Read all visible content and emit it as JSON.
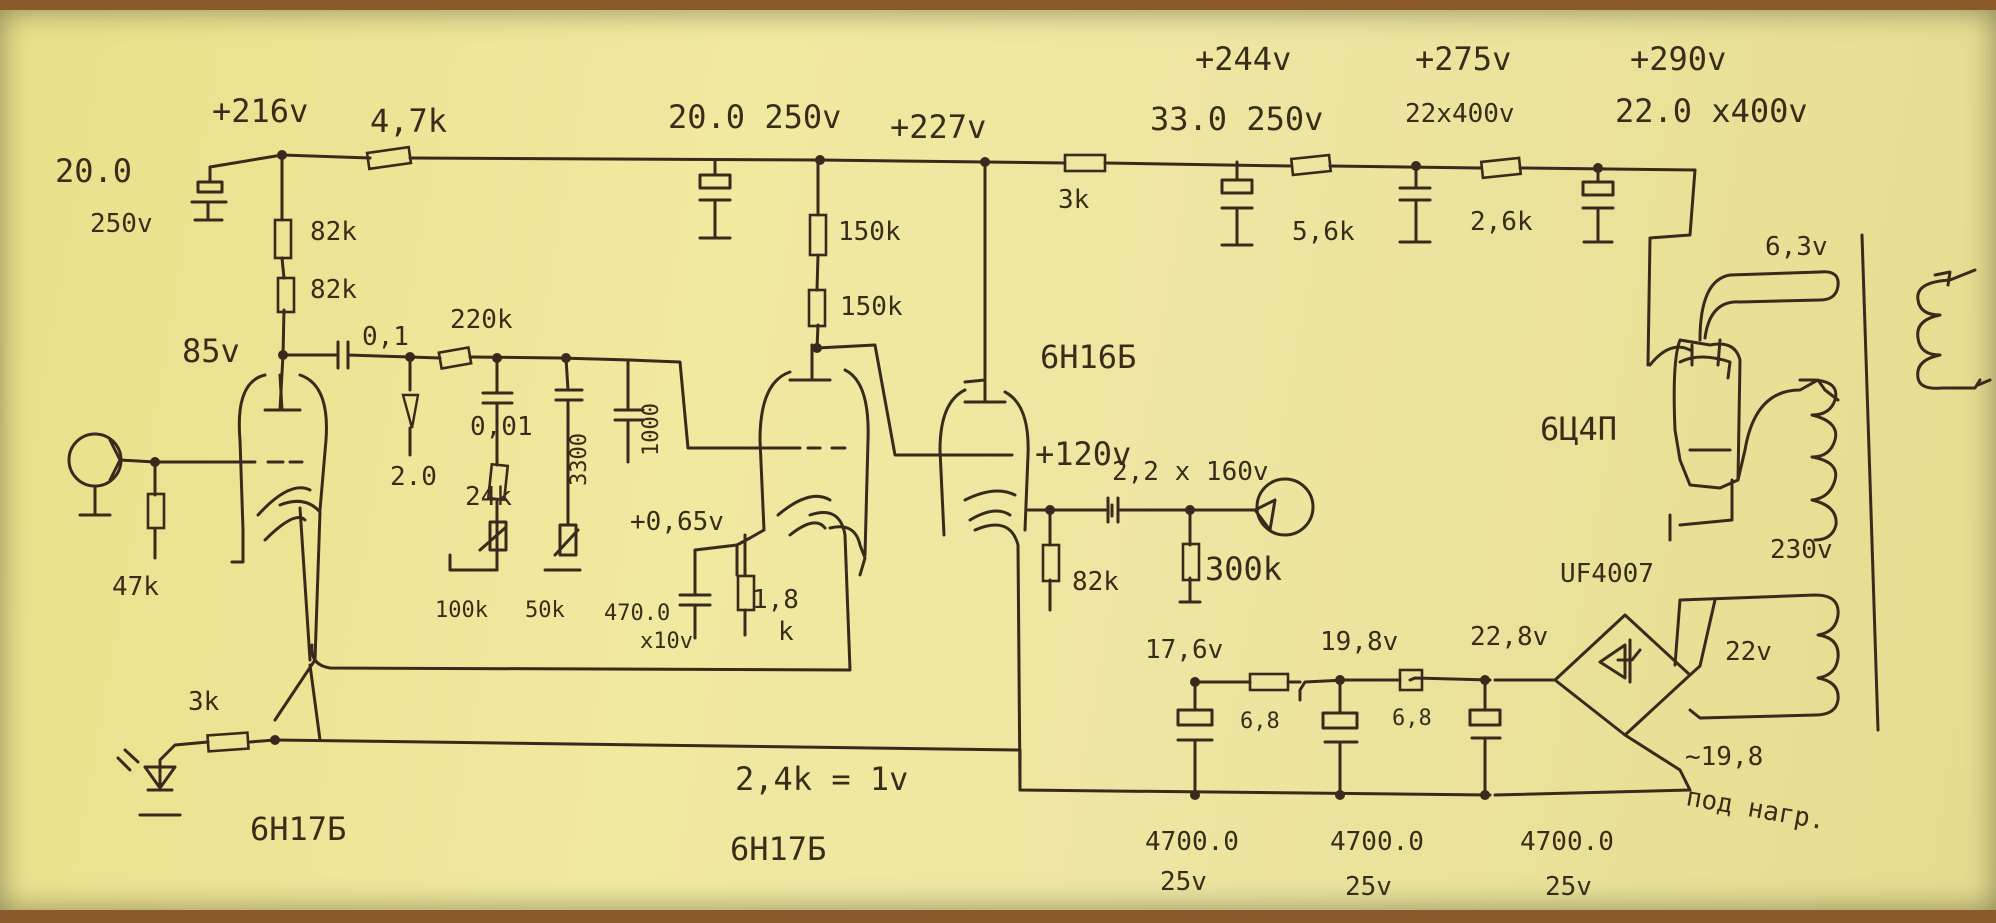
{
  "voltages": {
    "v216": "+216v",
    "v227": "+227v",
    "v244": "+244v",
    "v275": "+275v",
    "v290": "+290v",
    "v85": "85v",
    "v120": "+120v",
    "v065": "+0,65v",
    "v176": "17,6v",
    "v198": "19,8v",
    "v228": "22,8v",
    "v22ac": "22v",
    "v198load": "~19,8",
    "load_note": "под нагр.",
    "v63": "6,3v",
    "v230": "230v"
  },
  "caps": {
    "c20_left_a": "20.0",
    "c20_left_b": "250v",
    "c20_mid": "20.0 250v",
    "c33": "33.0 250v",
    "c22": "22x400v",
    "c220": "22.0 x400v",
    "c01": "0,1",
    "c01b": "0,01",
    "c3300": "3300",
    "c1000": "1000",
    "c20e": "2.0",
    "c4700": "470.0",
    "c4700_v": "x10v",
    "c22x160": "2,2 x 160v",
    "c4700_1a": "4700.0",
    "c4700_1b": "25v",
    "c4700_2a": "4700.0",
    "c4700_2b": "25v",
    "c4700_3a": "4700.0",
    "c4700_3b": "25v"
  },
  "resistors": {
    "r47": "4,7k",
    "r82a": "82k",
    "r82b": "82k",
    "r150a": "150k",
    "r150b": "150k",
    "r3k_top": "3k",
    "r56": "5,6k",
    "r26": "2,6k",
    "r220": "220k",
    "r24": "24k",
    "r100": "100k",
    "r50": "50k",
    "r47in": "47k",
    "r18": "1,8",
    "r18k": "k",
    "r82out": "82k",
    "r300": "300k",
    "r3k_led": "3k",
    "r68a": "6,8",
    "r68b": "6,8"
  },
  "tubes": {
    "t1": "6H17Б",
    "t2": "6H17Б",
    "t3": "6H16Б",
    "rect": "6Ц4П"
  },
  "misc": {
    "bridge": "UF4007",
    "note": "2,4k = 1v"
  }
}
